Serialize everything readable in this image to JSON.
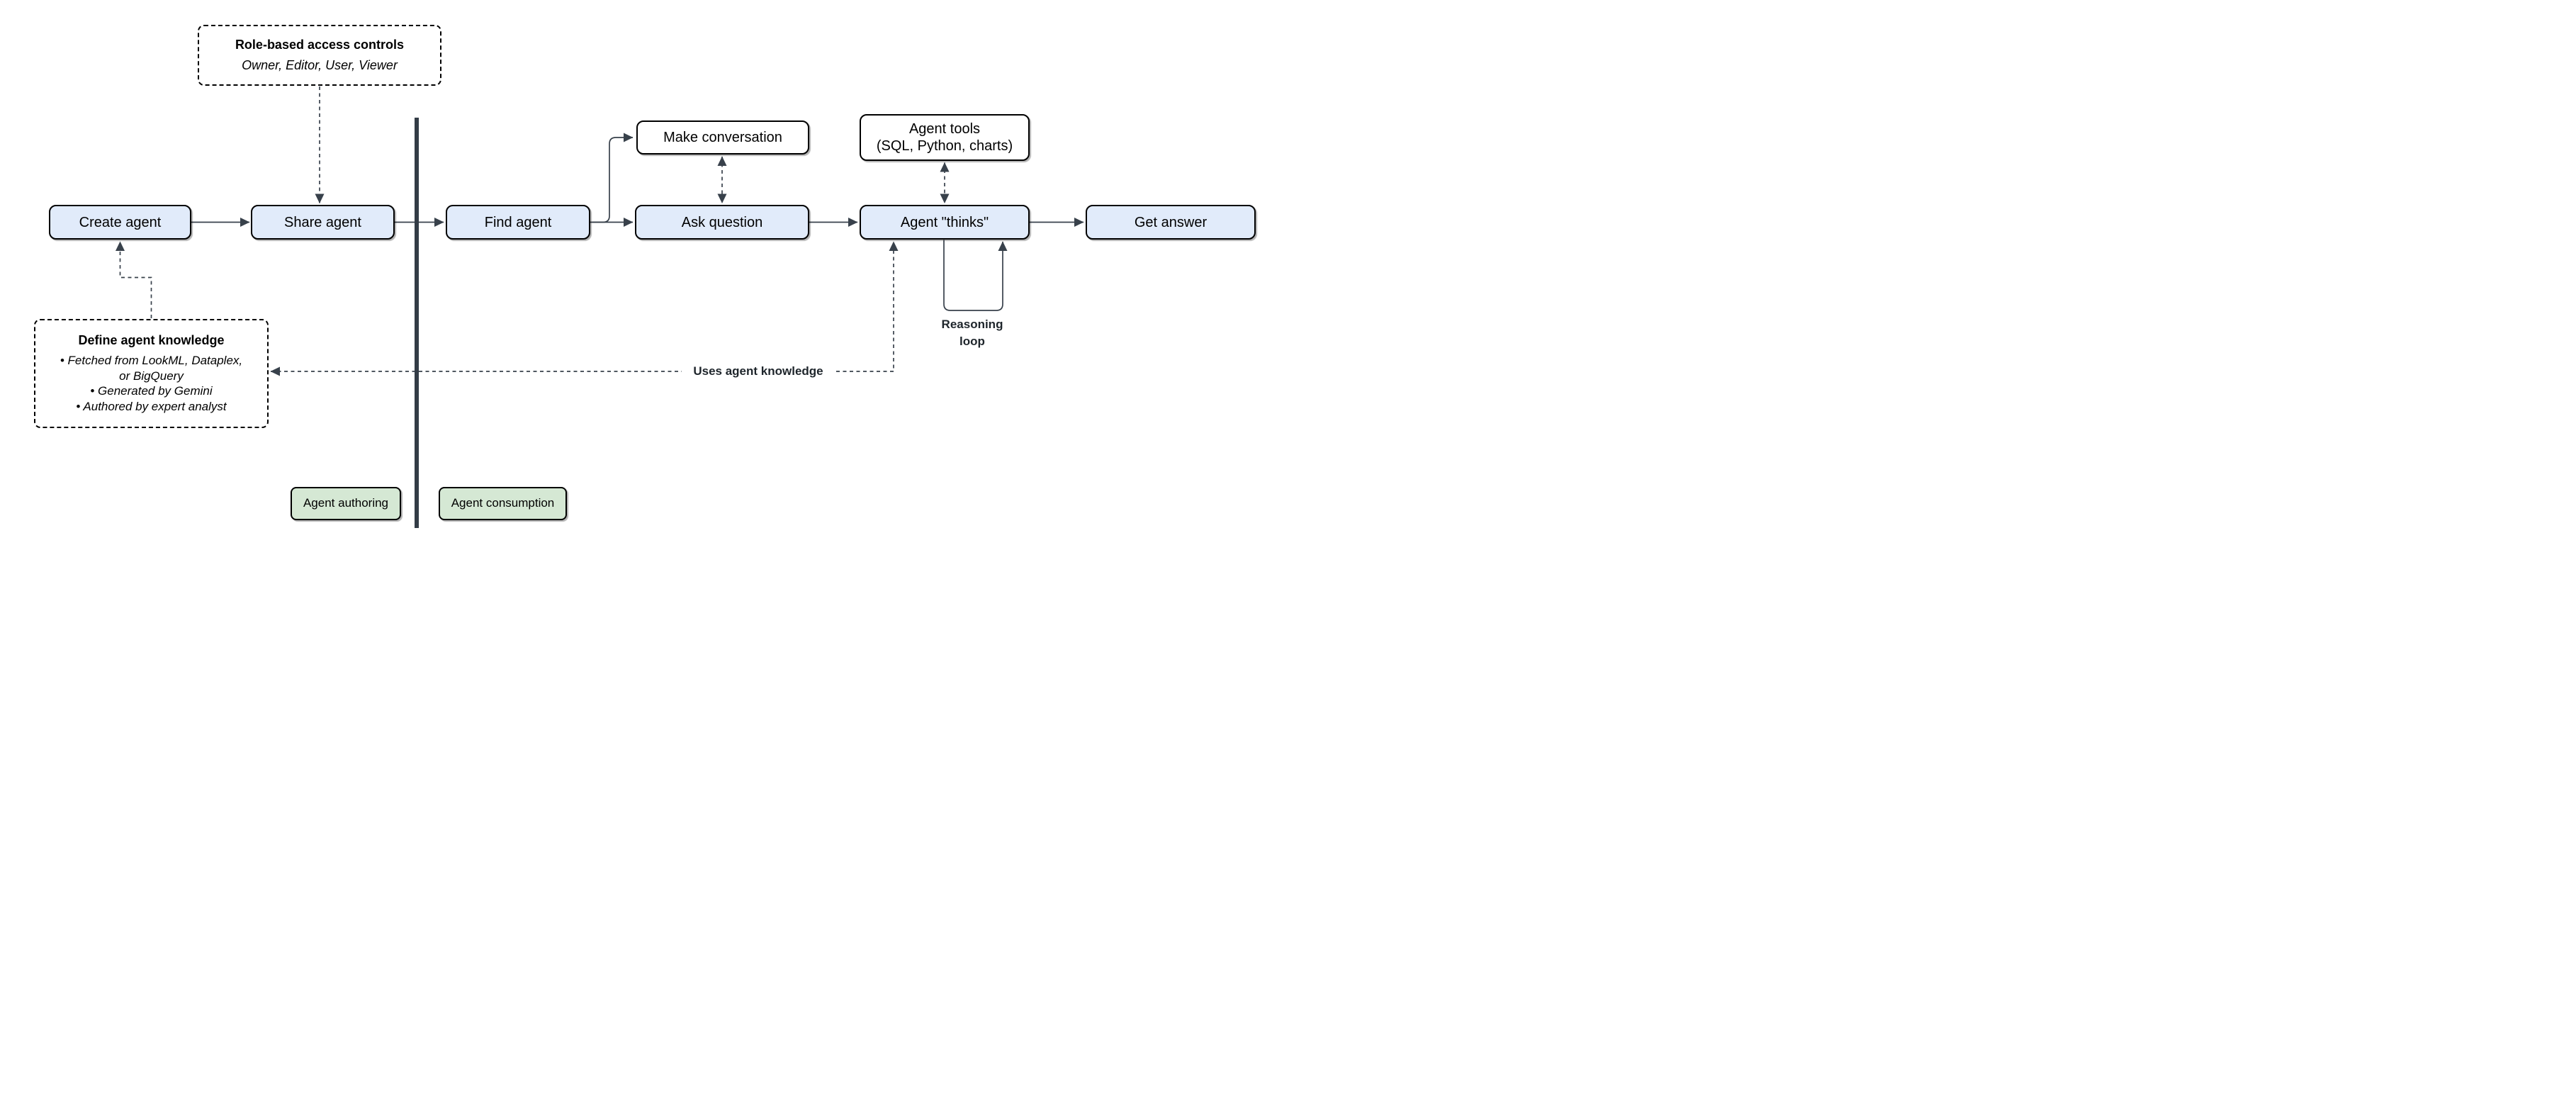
{
  "diagram": {
    "nodes": {
      "create_agent": {
        "label": "Create agent"
      },
      "share_agent": {
        "label": "Share agent"
      },
      "find_agent": {
        "label": "Find agent"
      },
      "ask_question": {
        "label": "Ask question"
      },
      "agent_thinks": {
        "label": "Agent \"thinks\""
      },
      "get_answer": {
        "label": "Get answer"
      },
      "make_conversation": {
        "label": "Make conversation"
      },
      "agent_tools": {
        "lines": [
          "Agent tools",
          "(SQL, Python, charts)"
        ]
      },
      "role_based_access": {
        "title": "Role-based access controls",
        "subtitle": "Owner, Editor, User, Viewer"
      },
      "define_agent_knowledge": {
        "title": "Define agent knowledge",
        "bullets": [
          "• Fetched from LookML, Dataplex,",
          "or BigQuery",
          "• Generated by Gemini",
          "• Authored by expert analyst"
        ]
      }
    },
    "labels": {
      "uses_agent_knowledge": "Uses agent knowledge",
      "reasoning_loop": {
        "lines": [
          "Reasoning",
          "loop"
        ]
      },
      "agent_authoring": "Agent authoring",
      "agent_consumption": "Agent consumption"
    },
    "colors": {
      "node_fill": "#e1ebfa",
      "green_fill": "#d5e8d4",
      "divider": "#333c46",
      "connector": "#38414b",
      "background": "#ffffff"
    }
  }
}
